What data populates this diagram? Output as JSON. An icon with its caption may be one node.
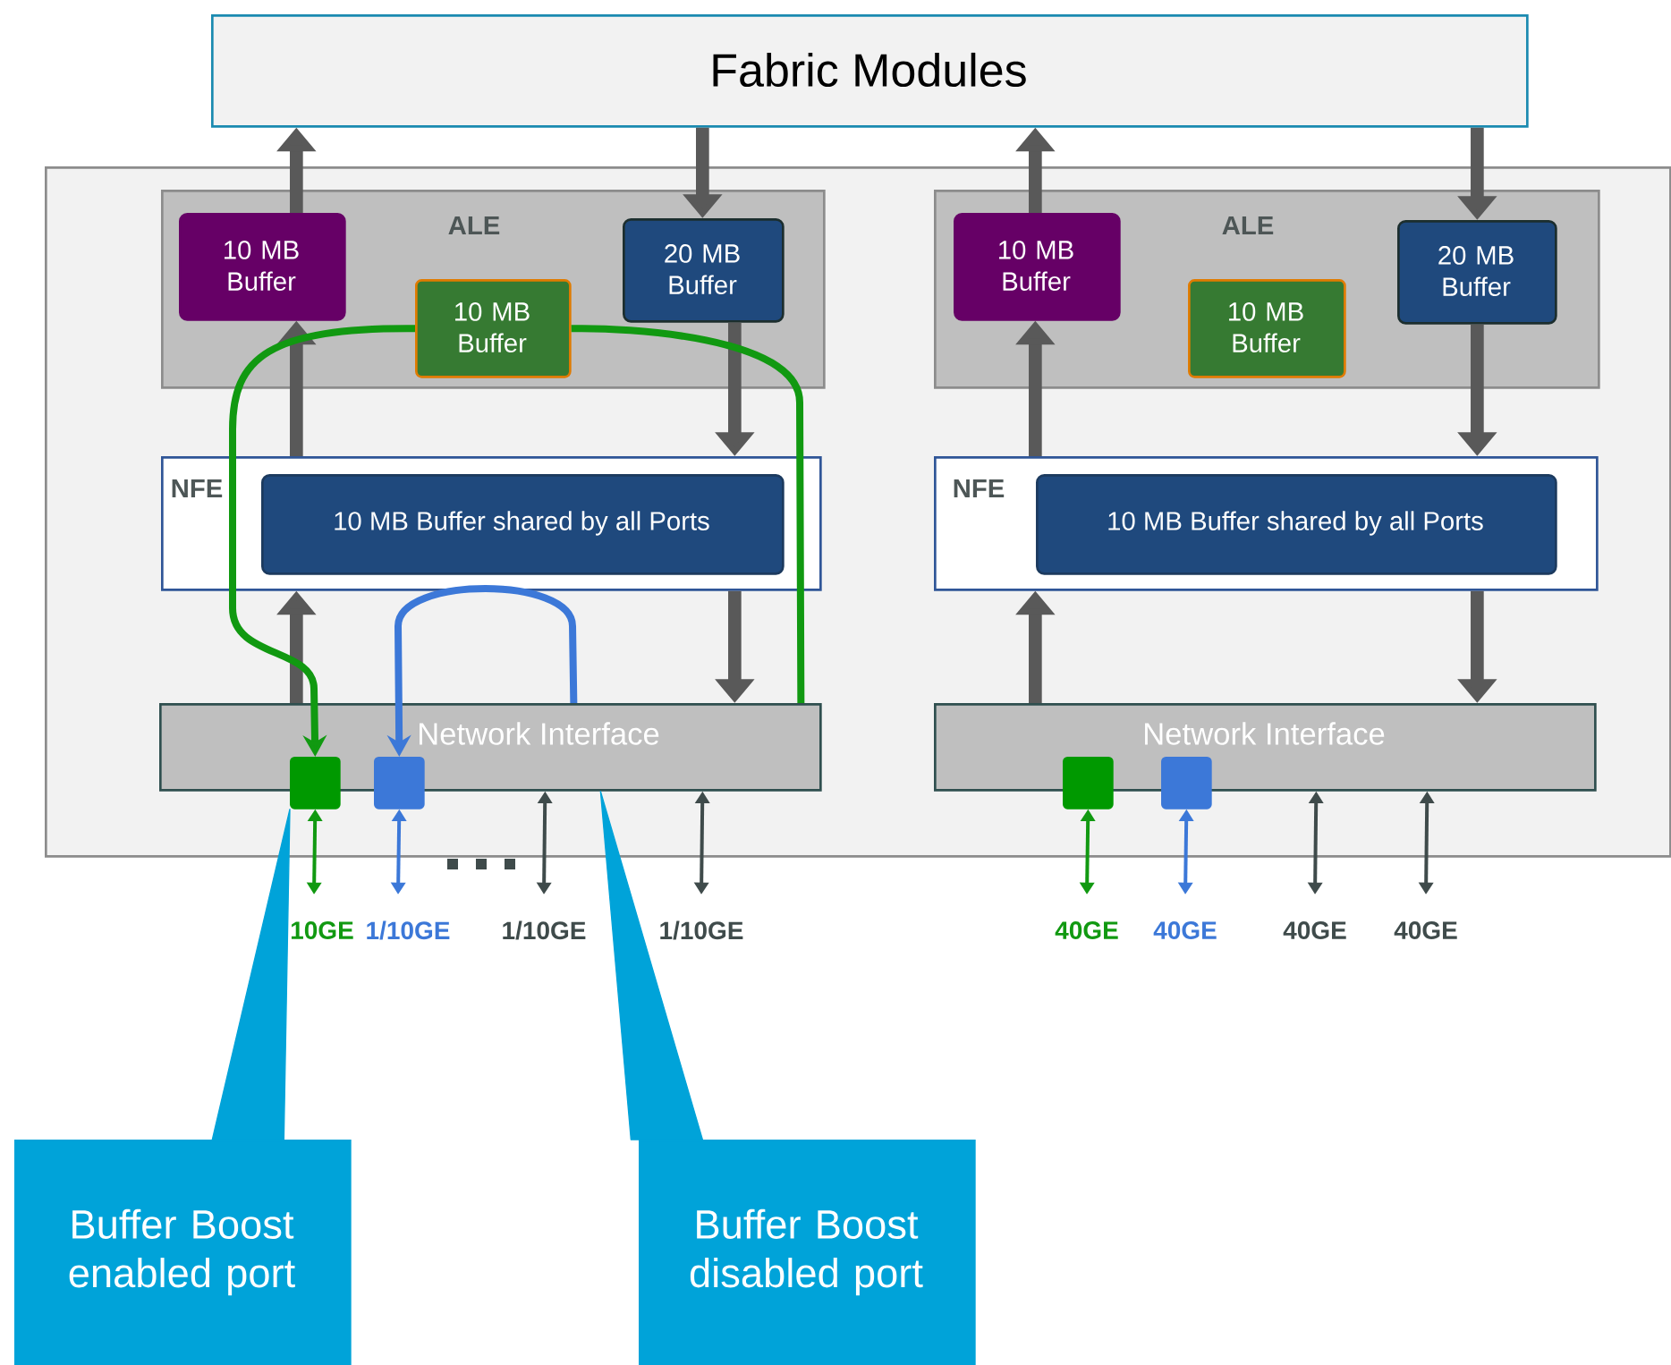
{
  "diagram": {
    "nodes": [
      {
        "text": [
          "Fabric Modules"
        ]
      },
      {
        "text": [],
        "shape": "box"
      },
      {
        "text": [
          "ALE"
        ],
        "in": 1
      },
      {
        "text": [
          "10 MB Buffer"
        ],
        "in": 2
      },
      {
        "text": [
          "10 MB Buffer"
        ],
        "in": 2
      },
      {
        "text": [
          "20 MB Buffer"
        ],
        "in": 2
      },
      {
        "text": [
          "NFE"
        ],
        "in": 1
      },
      {
        "text": [
          "10 MB Buffer shared by all Ports"
        ],
        "in": 6
      },
      {
        "text": [
          "Network Interface"
        ],
        "in": 1
      },
      {
        "text": [],
        "shape": "box",
        "in": 8
      },
      {
        "text": [],
        "shape": "box",
        "in": 8
      },
      {
        "text": [
          "ALE"
        ],
        "in": 1
      },
      {
        "text": [
          "10 MB Buffer"
        ],
        "in": 11
      },
      {
        "text": [
          "10 MB Buffer"
        ],
        "in": 11
      },
      {
        "text": [
          "20 MB Buffer"
        ],
        "in": 11
      },
      {
        "text": [
          "NFE"
        ],
        "in": 1
      },
      {
        "text": [
          "10 MB Buffer shared by all Ports"
        ],
        "in": 15
      },
      {
        "text": [
          "Network Interface"
        ],
        "in": 1
      },
      {
        "text": [],
        "shape": "box",
        "in": 17
      },
      {
        "text": [],
        "shape": "box",
        "in": 17
      },
      {
        "text": [
          "Buffer Boost enabled port"
        ]
      },
      {
        "text": [
          "Buffer Boost disabled port"
        ]
      }
    ],
    "edges": [
      {
        "from": 3,
        "to": 0,
        "arrow": "to"
      },
      {
        "from": 0,
        "to": 5,
        "arrow": "to"
      },
      {
        "from": 6,
        "to": 3,
        "arrow": "to"
      },
      {
        "from": 5,
        "to": 6,
        "arrow": "to"
      },
      {
        "from": 8,
        "to": 6,
        "arrow": "to"
      },
      {
        "from": 6,
        "to": 8,
        "arrow": "to"
      },
      {
        "from": 12,
        "to": 0,
        "arrow": "to"
      },
      {
        "from": 0,
        "to": 14,
        "arrow": "to"
      },
      {
        "from": 15,
        "to": 12,
        "arrow": "to"
      },
      {
        "from": 14,
        "to": 15,
        "arrow": "to"
      },
      {
        "from": 17,
        "to": 15,
        "arrow": "to"
      },
      {
        "from": 15,
        "to": 17,
        "arrow": "to"
      },
      {
        "from": 8,
        "to": 4,
        "arrow": "none",
        "color": "#119911"
      },
      {
        "from": 4,
        "to": 9,
        "arrow": "to",
        "color": "#119911"
      },
      {
        "from": 8,
        "to": 10,
        "arrow": "to",
        "color": "#3c78d8"
      },
      {
        "from": 9,
        "to": null,
        "arrow": "both",
        "color": "#119911"
      },
      {
        "from": 10,
        "to": null,
        "arrow": "both",
        "color": "#3c78d8"
      },
      {
        "from": 8,
        "to": null,
        "arrow": "both",
        "color": "#3f4b4b"
      },
      {
        "from": 8,
        "to": null,
        "arrow": "both",
        "color": "#3f4b4b"
      },
      {
        "from": 18,
        "to": null,
        "arrow": "both",
        "color": "#119911"
      },
      {
        "from": 19,
        "to": null,
        "arrow": "both",
        "color": "#3c78d8"
      },
      {
        "from": 17,
        "to": null,
        "arrow": "both",
        "color": "#3f4b4b"
      },
      {
        "from": 17,
        "to": null,
        "arrow": "both",
        "color": "#3f4b4b"
      },
      {
        "from": 20,
        "to": 9,
        "arrow": "none",
        "color": "#00a3d9"
      },
      {
        "from": 21,
        "to": 8,
        "arrow": "none",
        "color": "#00a3d9"
      }
    ],
    "labels": [
      "10GE",
      "1/10GE",
      "1/10GE",
      "1/10GE",
      "40GE",
      "40GE",
      "40GE",
      "40GE"
    ]
  }
}
